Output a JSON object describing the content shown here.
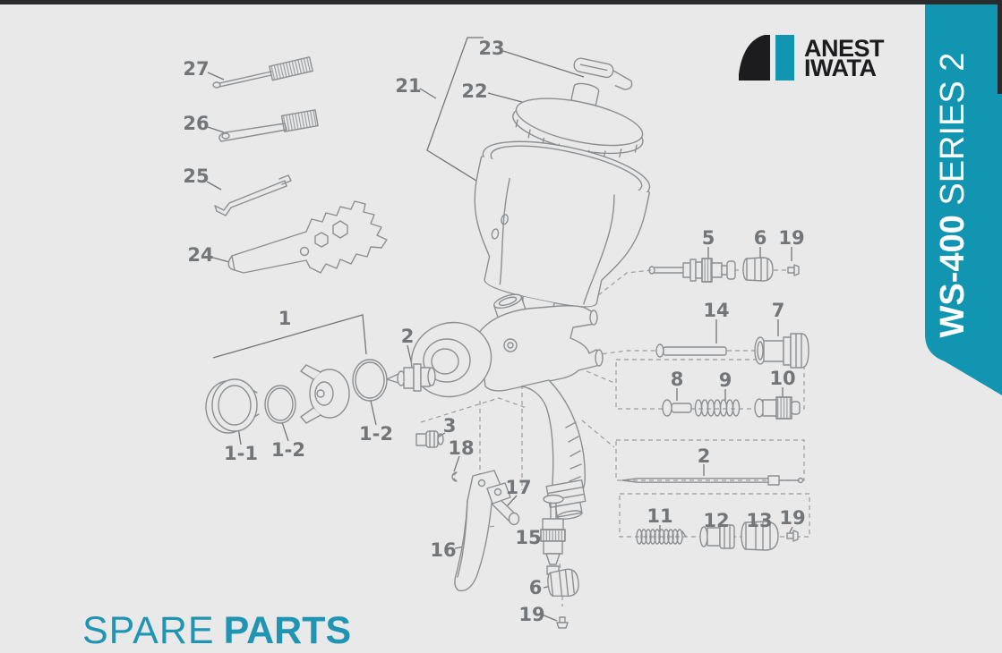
{
  "page": {
    "background": "#e9e9e9",
    "accent_teal": "#1295b1",
    "line_gray": "#8c8f92",
    "label_gray": "#737679",
    "topbar_color": "#2b2b2e"
  },
  "brand": {
    "name_line1": "ANEST",
    "name_line2": "IWATA",
    "mark_black": "#1c1c1e",
    "mark_teal": "#1295b1"
  },
  "ribbon": {
    "model": "WS-400",
    "series": " SERIES 2",
    "color": "#1295b1",
    "text_color": "#ffffff"
  },
  "footer": {
    "word1": "SPARE",
    "word2": "PARTS",
    "color": "#2095b3"
  },
  "diagram": {
    "callouts": [
      {
        "label": "27",
        "part": "needle-cleaning-brush"
      },
      {
        "label": "26",
        "part": "cleaning-brush"
      },
      {
        "label": "25",
        "part": "hex-key-wrench"
      },
      {
        "label": "24",
        "part": "multi-spanner-tool"
      },
      {
        "label": "21",
        "part": "paint-cup-assembly"
      },
      {
        "label": "22",
        "part": "cup-lid"
      },
      {
        "label": "23",
        "part": "lid-vent-cap"
      },
      {
        "label": "1",
        "part": "air-cap-set"
      },
      {
        "label": "2",
        "part": "fluid-nozzle"
      },
      {
        "label": "1-1",
        "part": "retaining-ring"
      },
      {
        "label": "1-2",
        "part": "o-ring-front"
      },
      {
        "label": "1-2",
        "part": "o-ring-rear"
      },
      {
        "label": "3",
        "part": "plug"
      },
      {
        "label": "18",
        "part": "e-ring"
      },
      {
        "label": "17",
        "part": "trigger-pin"
      },
      {
        "label": "16",
        "part": "trigger"
      },
      {
        "label": "15",
        "part": "air-valve-assembly"
      },
      {
        "label": "6",
        "part": "valve-knob-bottom"
      },
      {
        "label": "19",
        "part": "set-screw-bottom"
      },
      {
        "label": "5",
        "part": "air-valve-shaft"
      },
      {
        "label": "6",
        "part": "valve-knob-top"
      },
      {
        "label": "19",
        "part": "set-screw-top"
      },
      {
        "label": "14",
        "part": "valve-rod"
      },
      {
        "label": "7",
        "part": "pattern-adjust-knob"
      },
      {
        "label": "8",
        "part": "valve-piston"
      },
      {
        "label": "9",
        "part": "valve-spring"
      },
      {
        "label": "10",
        "part": "air-adjust-valve"
      },
      {
        "label": "2",
        "part": "fluid-needle"
      },
      {
        "label": "11",
        "part": "needle-spring"
      },
      {
        "label": "12",
        "part": "needle-packing-set"
      },
      {
        "label": "13",
        "part": "fluid-adjust-knob"
      },
      {
        "label": "19",
        "part": "set-screw-right"
      }
    ]
  }
}
